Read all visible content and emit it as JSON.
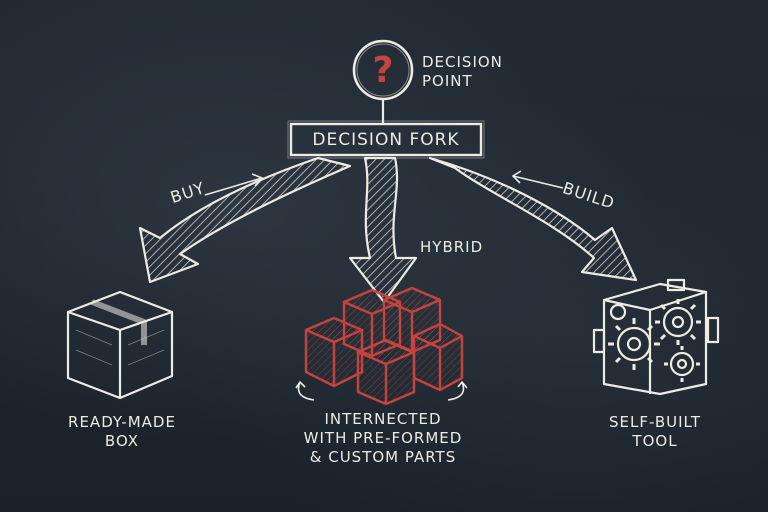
{
  "decision_point": {
    "symbol": "?",
    "line1": "DECISION",
    "line2": "POINT"
  },
  "fork": {
    "label": "DECISION FORK"
  },
  "paths": {
    "buy": "BUY",
    "hybrid": "HYBRID",
    "build": "BUILD"
  },
  "outcomes": {
    "left": {
      "line1": "READY-MADE",
      "line2": "BOX"
    },
    "center": {
      "line1": "INTERNECTED",
      "line2": "WITH PRE-FORMED",
      "line3": "& CUSTOM PARTS"
    },
    "right": {
      "line1": "SELF-BUILT",
      "line2": "TOOL"
    }
  },
  "colors": {
    "chalk": "#ecebe4",
    "accent": "#c7433d",
    "board": "#1f2830"
  }
}
